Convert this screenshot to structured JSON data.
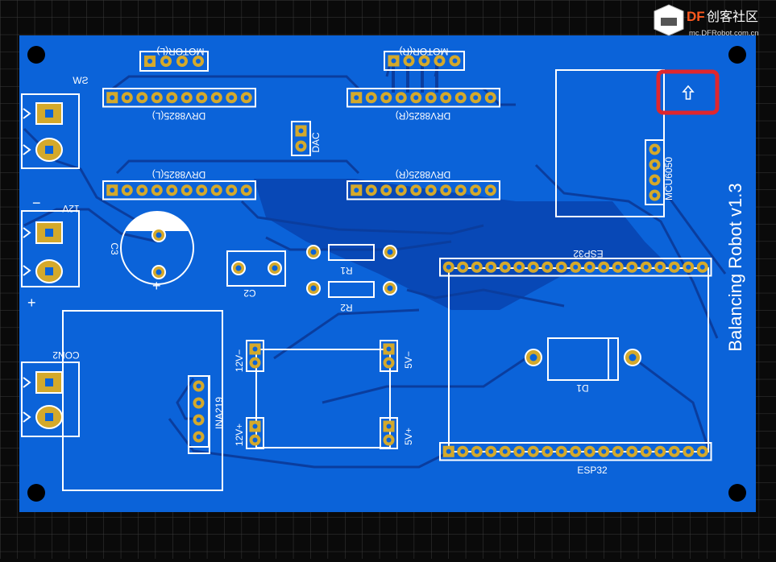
{
  "watermark": {
    "brand_df": "DF",
    "brand_cn": "创客社区",
    "url": "mc.DFRobot.com.cn"
  },
  "board": {
    "title": "Balancing Robot  v1.3",
    "labels": {
      "sw": "SW",
      "v12": "12V",
      "minus": "−",
      "plus": "+",
      "c3": "C3",
      "c3_plus": "+",
      "c2": "C2",
      "r1": "R1",
      "r2": "R2",
      "con2": "CON2",
      "motor_l": "MOTOR(L)",
      "motor_r": "MOTOR(R)",
      "drv_l_top": "DRV8825(L)",
      "drv_r_top": "DRV8825(R)",
      "drv_l_bot": "DRV8825(L)",
      "drv_r_bot": "DRV8825(R)",
      "dac": "DAC",
      "mcu": "MCU6050",
      "esp_top": "ESP32",
      "esp_bot": "ESP32",
      "d1": "D1",
      "ina": "INA219",
      "v12_minus": "12V−",
      "v12_plus": "12V+",
      "v5_minus": "5V−",
      "v5_plus": "5V+"
    },
    "highlight_icon": "arrow-up-icon"
  },
  "colors": {
    "background": "#0a0a0a",
    "grid": "#3a3a3a",
    "board": "#0b63d9",
    "trace": "#0a3d9e",
    "pour": "#0848b6",
    "pad": "#d4a92b",
    "silk": "#ffffff",
    "highlight": "#e0262d"
  }
}
